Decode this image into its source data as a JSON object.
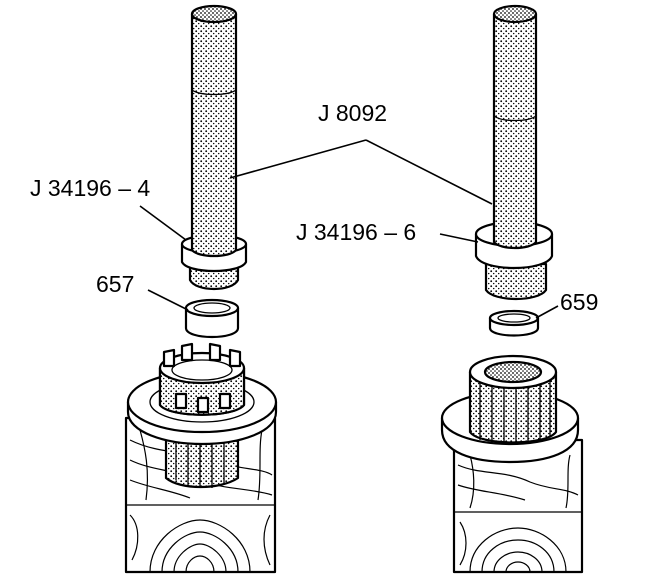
{
  "labels": {
    "tool_center": "J 8092",
    "tool_left": "J 34196 – 4",
    "tool_right": "J 34196 – 6",
    "part_left": "657",
    "part_right": "659"
  }
}
